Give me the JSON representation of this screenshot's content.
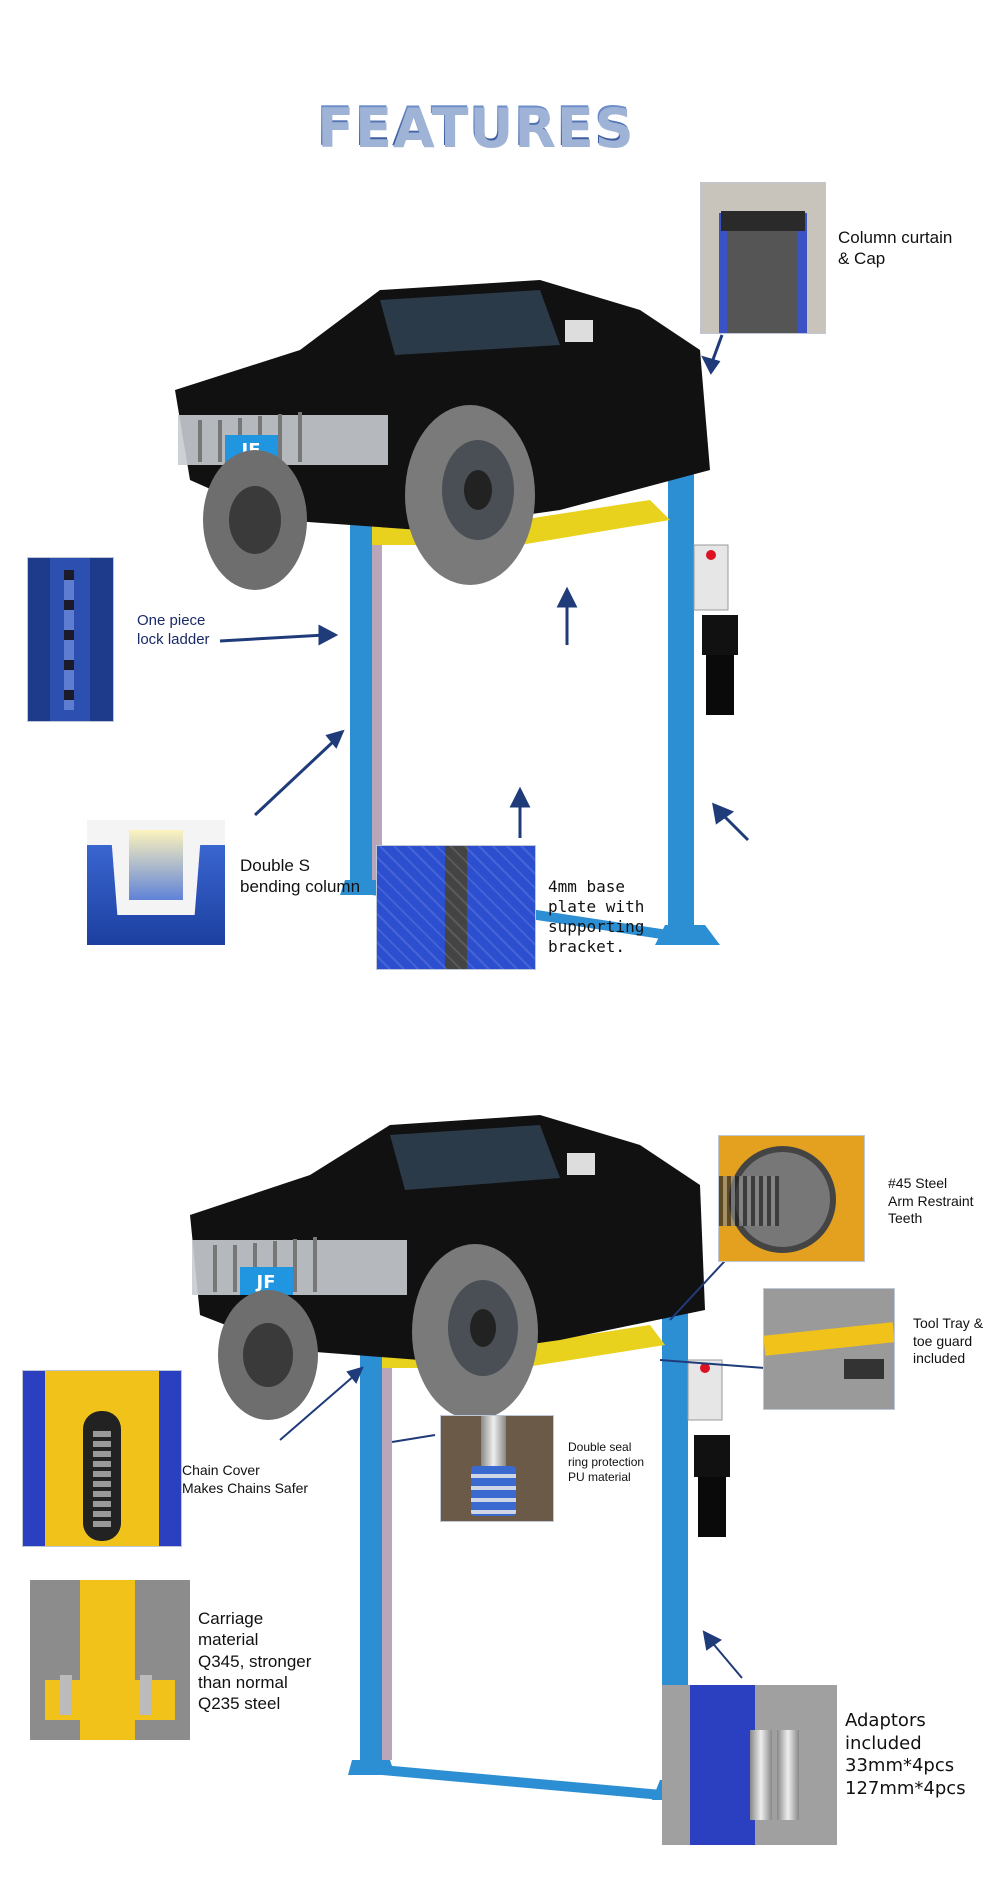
{
  "header": {
    "title": "FEATURES"
  },
  "section1": {
    "plate_text": "JF",
    "callouts": [
      {
        "text": "Column curtain\n& Cap"
      },
      {
        "text": "One piece\nlock ladder"
      },
      {
        "text": "Double S\nbending column"
      },
      {
        "text": "4mm base\nplate with\nsupporting\nbracket."
      }
    ]
  },
  "section2": {
    "plate_text": "JF",
    "callouts": [
      {
        "text": "#45 Steel\nArm Restraint\nTeeth"
      },
      {
        "text": "Tool Tray &\ntoe guard\nincluded"
      },
      {
        "text": "Chain Cover\nMakes Chains Safer"
      },
      {
        "text": "Double seal\nring protection\nPU material"
      },
      {
        "text": "Carriage\nmaterial\nQ345, stronger\nthan normal\nQ235 steel"
      },
      {
        "text": "Adaptors\nincluded\n33mm*4pcs\n127mm*4pcs"
      }
    ]
  },
  "colors": {
    "lift_blue": "#2d8fd3",
    "arm_yellow": "#e8d21e",
    "arrow_navy": "#1f3b7a",
    "title_blue": "#2f5aa6"
  }
}
